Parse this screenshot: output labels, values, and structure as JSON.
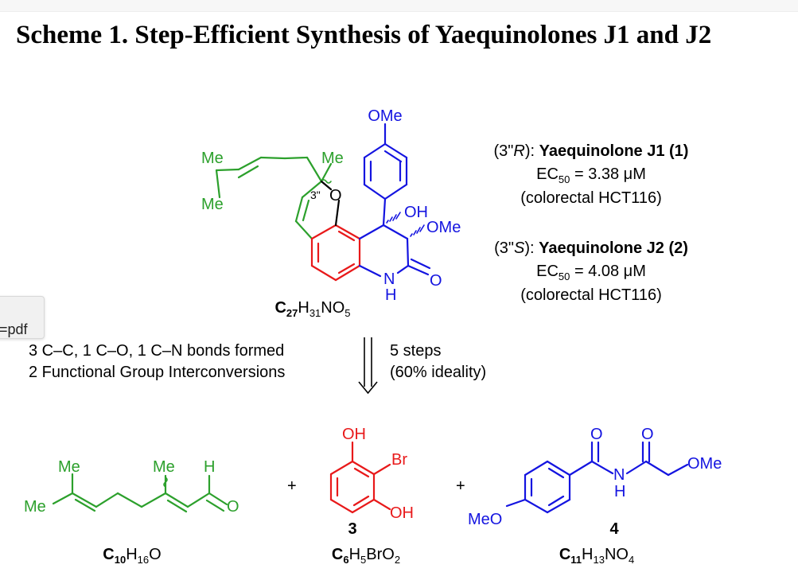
{
  "title": "Scheme 1. Step-Efficient Synthesis of Yaequinolones J1 and J2",
  "colors": {
    "green": "#2ca02c",
    "red": "#e8191a",
    "blue": "#1414e0",
    "black": "#000000"
  },
  "sidebar_tab": {
    "label": "=pdf"
  },
  "target": {
    "labels": {
      "ome_top": "OMe",
      "me_left_top": "Me",
      "me_left_bottom": "Me",
      "me_ring": "Me",
      "position": "3\"",
      "o_ring": "O",
      "oh": "OH",
      "ome_side": "OMe",
      "nh_n": "N",
      "nh_h": "H",
      "carbonyl_o": "O"
    },
    "formula": {
      "c": "C",
      "c_sub": "27",
      "h": "H",
      "h_sub": "31",
      "rest": "NO",
      "rest_sub": "5"
    }
  },
  "descriptions": {
    "j1": {
      "pre": "(3\"",
      "stereo": "R",
      "post": "):",
      "name": "Yaequinolone J1 (1)",
      "ec_pre": "EC",
      "ec_sub": "50",
      "ec_rest": "= 3.38 μM",
      "cell": "(colorectal HCT116)"
    },
    "j2": {
      "pre": "(3\"",
      "stereo": "S",
      "post": "):",
      "name": "Yaequinolone J2 (2)",
      "ec_pre": "EC",
      "ec_sub": "50",
      "ec_rest": "= 4.08 μM",
      "cell": "(colorectal HCT116)"
    }
  },
  "bonds_text": {
    "line1": "3 C–C, 1 C–O, 1 C–N bonds formed",
    "line2": "2 Functional Group Interconversions"
  },
  "steps_text": {
    "line1": "5 steps",
    "line2": "(60% ideality)"
  },
  "plus_signs": [
    "+",
    "+"
  ],
  "sm_aldehyde": {
    "labels": {
      "me_top_left": "Me",
      "me_left": "Me",
      "me_mid": "Me",
      "h": "H",
      "o": "O"
    },
    "formula": {
      "c": "C",
      "c_sub": "10",
      "h": "H",
      "h_sub": "16",
      "rest": "O"
    }
  },
  "sm_phenol": {
    "labels": {
      "oh_top": "OH",
      "br": "Br",
      "oh_bottom": "OH"
    },
    "number": "3",
    "formula": {
      "c": "C",
      "c_sub": "6",
      "h": "H",
      "h_sub": "5",
      "rest": "BrO",
      "rest_sub": "2"
    }
  },
  "sm_imide": {
    "labels": {
      "o1": "O",
      "o2": "O",
      "n": "N",
      "h": "H",
      "ome": "OMe",
      "meo": "MeO"
    },
    "number": "4",
    "formula": {
      "c": "C",
      "c_sub": "11",
      "h": "H",
      "h_sub": "13",
      "rest": "NO",
      "rest_sub": "4"
    }
  }
}
